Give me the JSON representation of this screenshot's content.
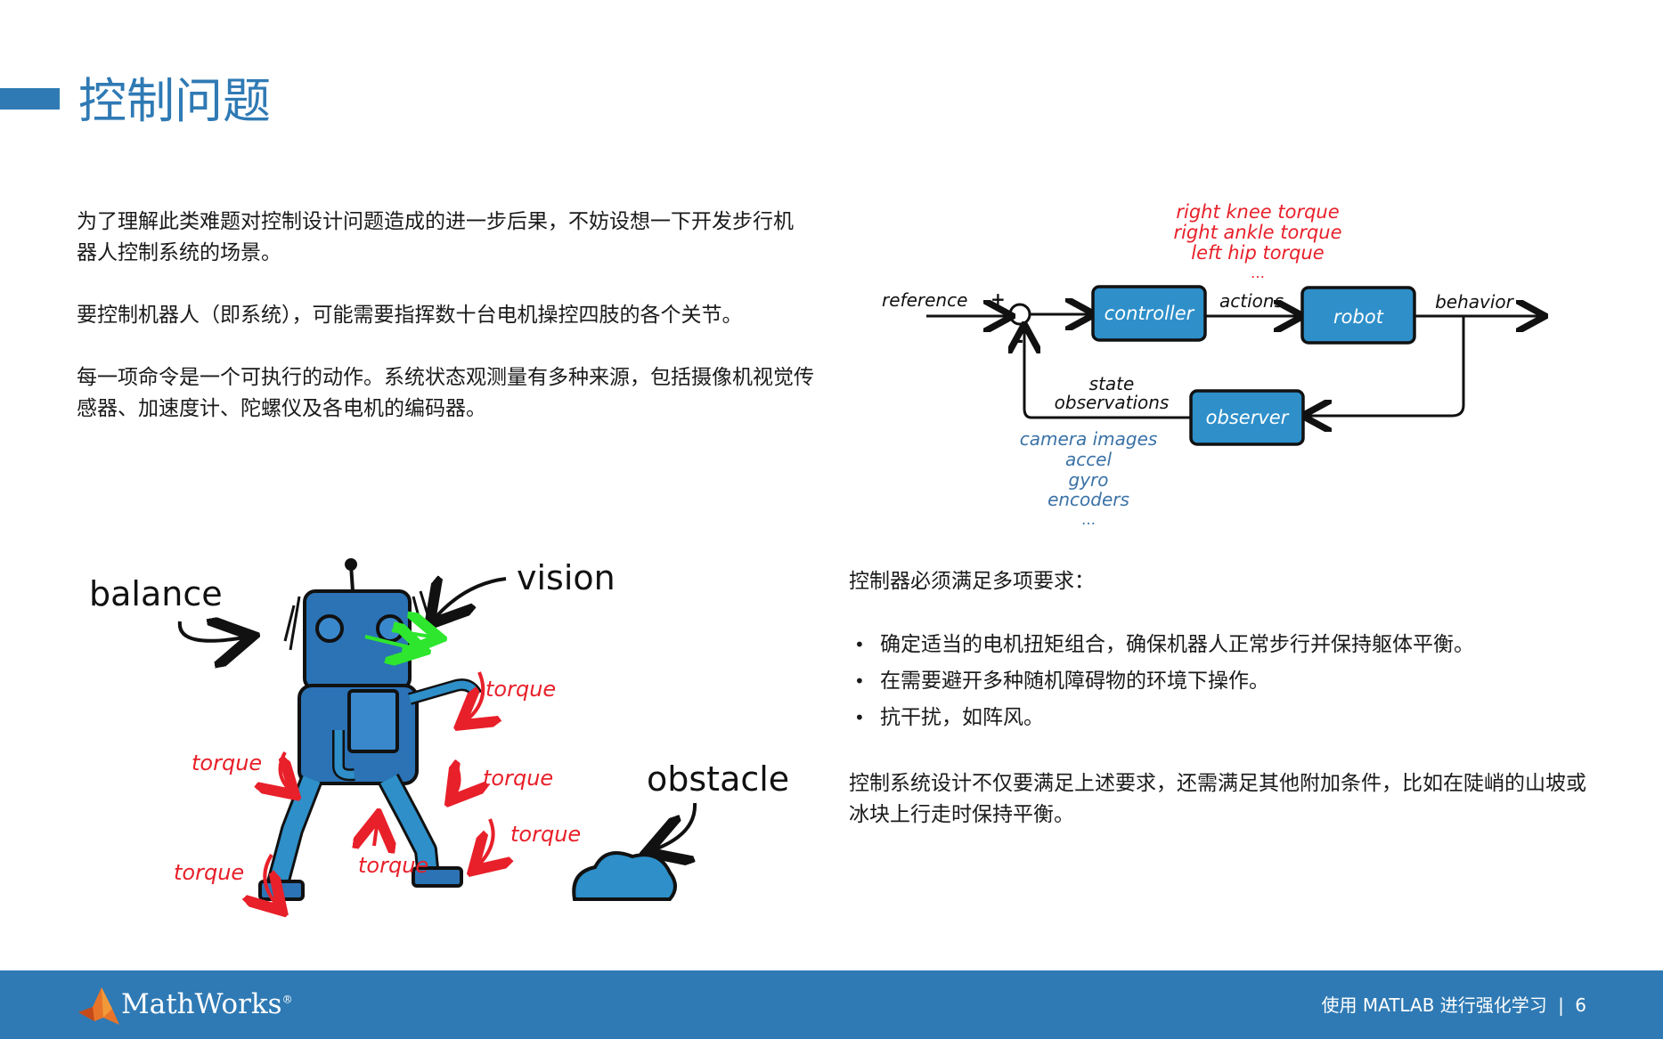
{
  "page": {
    "title": "控制问题"
  },
  "intro": {
    "p1": "为了理解此类难题对控制设计问题造成的进一步后果，不妨设想一下开发步行机器人控制系统的场景。",
    "p2": "要控制机器人（即系统），可能需要指挥数十台电机操控四肢的各个关节。",
    "p3": "每一项命令是一个可执行的动作。系统状态观测量有多种来源，包括摄像机视觉传感器、加速度计、陀螺仪及各电机的编码器。"
  },
  "diagram": {
    "reference": "reference",
    "plus": "+",
    "minus": "-",
    "controller": "controller",
    "actions": "actions",
    "robot": "robot",
    "behavior": "behavior",
    "observer": "observer",
    "state_line1": "state",
    "state_line2": "observations",
    "torques": [
      "right knee torque",
      "right ankle torque",
      "left hip torque",
      "…"
    ],
    "sensors": [
      "camera images",
      "accel",
      "gyro",
      "encoders",
      "…"
    ]
  },
  "robot_illustration": {
    "balance": "balance",
    "vision": "vision",
    "obstacle": "obstacle",
    "torque": "torque"
  },
  "requirements": {
    "intro": "控制器必须满足多项要求：",
    "bullet": "•",
    "items": [
      "确定适当的电机扭矩组合，确保机器人正常步行并保持躯体平衡。",
      "在需要避开多种随机障碍物的环境下操作。",
      "抗干扰，如阵风。"
    ],
    "outro": "控制系统设计不仅要满足上述要求，还需满足其他附加条件，比如在陡峭的山坡或冰块上行走时保持平衡。"
  },
  "footer": {
    "logo": "MathWorks",
    "logo_mark": "®",
    "doc_title": "使用 MATLAB 进行强化学习",
    "separator": "|",
    "page_number": "6"
  },
  "colors": {
    "accent": "#2f7ab4",
    "block_fill": "#2e8fc9",
    "red_text": "#e8202a",
    "sensor_text": "#3b72a6"
  }
}
